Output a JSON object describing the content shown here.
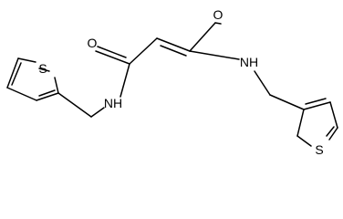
{
  "molecule": {
    "atoms": {
      "o_left": "O",
      "o_right": "O",
      "n_left": "NH",
      "n_right": "NH",
      "s_left": "S",
      "s_right": "S"
    }
  },
  "colors": {
    "ink": "#000000",
    "background": "#ffffff"
  }
}
